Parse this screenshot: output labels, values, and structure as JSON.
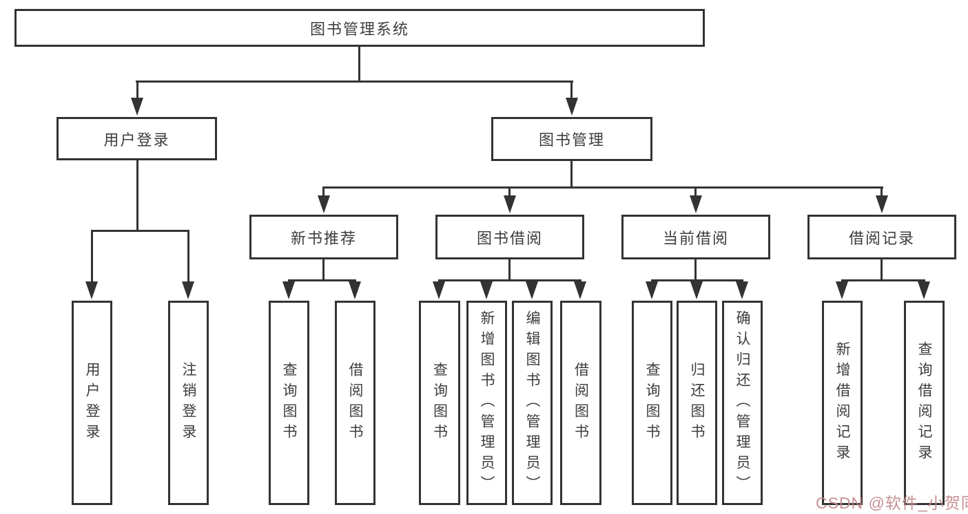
{
  "diagram": {
    "title": "图书管理系统",
    "root": {
      "label": "图书管理系统"
    },
    "level1": [
      {
        "label": "用户登录"
      },
      {
        "label": "图书管理"
      }
    ],
    "level2": [
      {
        "label": "新书推荐",
        "parent": "图书管理"
      },
      {
        "label": "图书借阅",
        "parent": "图书管理"
      },
      {
        "label": "当前借阅",
        "parent": "图书管理"
      },
      {
        "label": "借阅记录",
        "parent": "图书管理"
      }
    ],
    "leaves": [
      {
        "label": "用户登录",
        "parent": "用户登录"
      },
      {
        "label": "注销登录",
        "parent": "用户登录"
      },
      {
        "label": "查询图书",
        "parent": "新书推荐"
      },
      {
        "label": "借阅图书",
        "parent": "新书推荐"
      },
      {
        "label": "查询图书",
        "parent": "图书借阅"
      },
      {
        "label": "新增图书（管理员）",
        "parent": "图书借阅"
      },
      {
        "label": "编辑图书（管理员）",
        "parent": "图书借阅"
      },
      {
        "label": "借阅图书",
        "parent": "图书借阅"
      },
      {
        "label": "查询图书",
        "parent": "当前借阅"
      },
      {
        "label": "归还图书",
        "parent": "当前借阅"
      },
      {
        "label": "确认归还（管理员）",
        "parent": "当前借阅"
      },
      {
        "label": "新增借阅记录",
        "parent": "借阅记录"
      },
      {
        "label": "查询借阅记录",
        "parent": "借阅记录"
      }
    ]
  },
  "watermark": {
    "text": "CSDN @软件_小贺同学",
    "color": "#c28a8e"
  },
  "colors": {
    "line": "#333333",
    "text": "#3d3d3d",
    "background": "#ffffff"
  }
}
